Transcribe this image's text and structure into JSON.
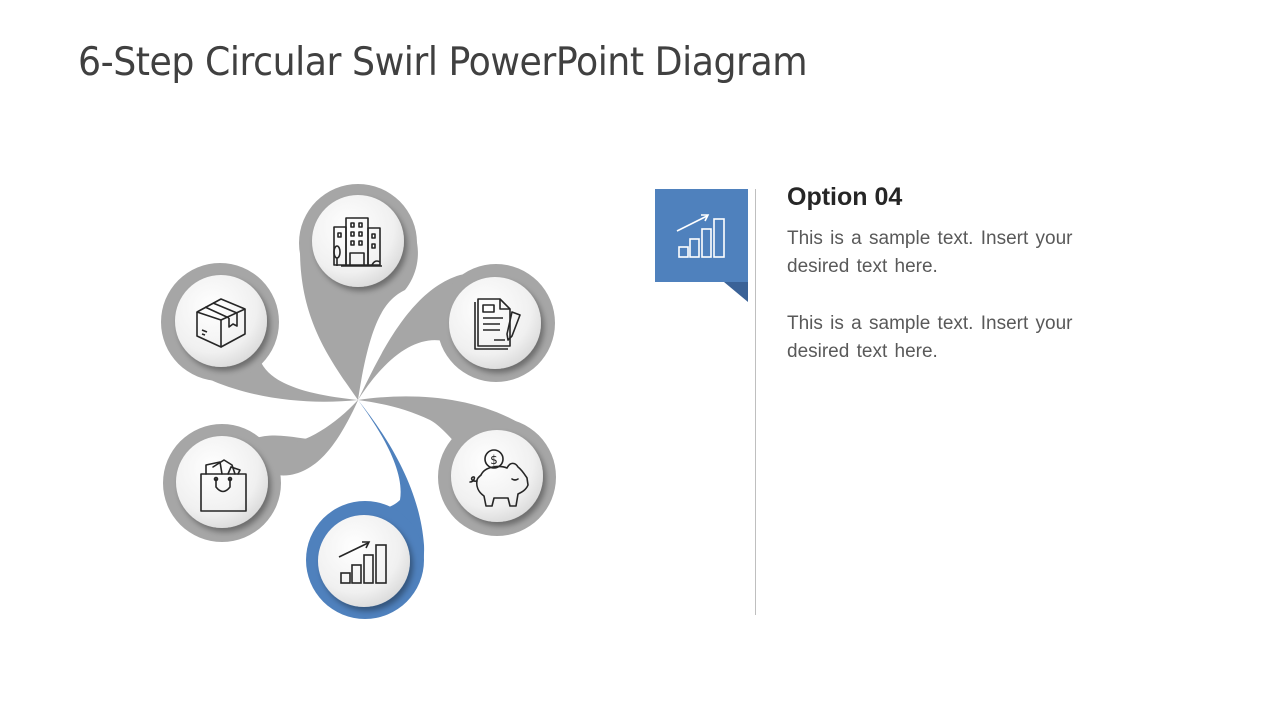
{
  "slide": {
    "title": "6-Step Circular Swirl PowerPoint Diagram"
  },
  "colors": {
    "petal_gray": "#a6a6a6",
    "petal_active": "#4f81bd",
    "badge_blue": "#4f81bd",
    "badge_fold": "#3a6297",
    "title_text": "#404040",
    "body_text": "#595959",
    "divider": "#bfbfbf"
  },
  "diagram": {
    "active_step": 4,
    "steps": [
      {
        "index": 1,
        "icon": "box-icon",
        "position": "upper-left",
        "active": false
      },
      {
        "index": 2,
        "icon": "building-icon",
        "position": "top",
        "active": false
      },
      {
        "index": 3,
        "icon": "document-contract-icon",
        "position": "upper-right",
        "active": false
      },
      {
        "index": 4,
        "icon": "growth-chart-icon",
        "position": "bottom",
        "active": true
      },
      {
        "index": 5,
        "icon": "piggy-bank-icon",
        "position": "lower-right",
        "active": false
      },
      {
        "index": 6,
        "icon": "shopping-bag-icon",
        "position": "lower-left",
        "active": false
      }
    ]
  },
  "detail": {
    "badge_icon": "growth-chart-icon",
    "heading": "Option 04",
    "paragraphs": [
      "This is a sample text. Insert your desired text here.",
      "This is a sample text. Insert your desired text here."
    ]
  }
}
